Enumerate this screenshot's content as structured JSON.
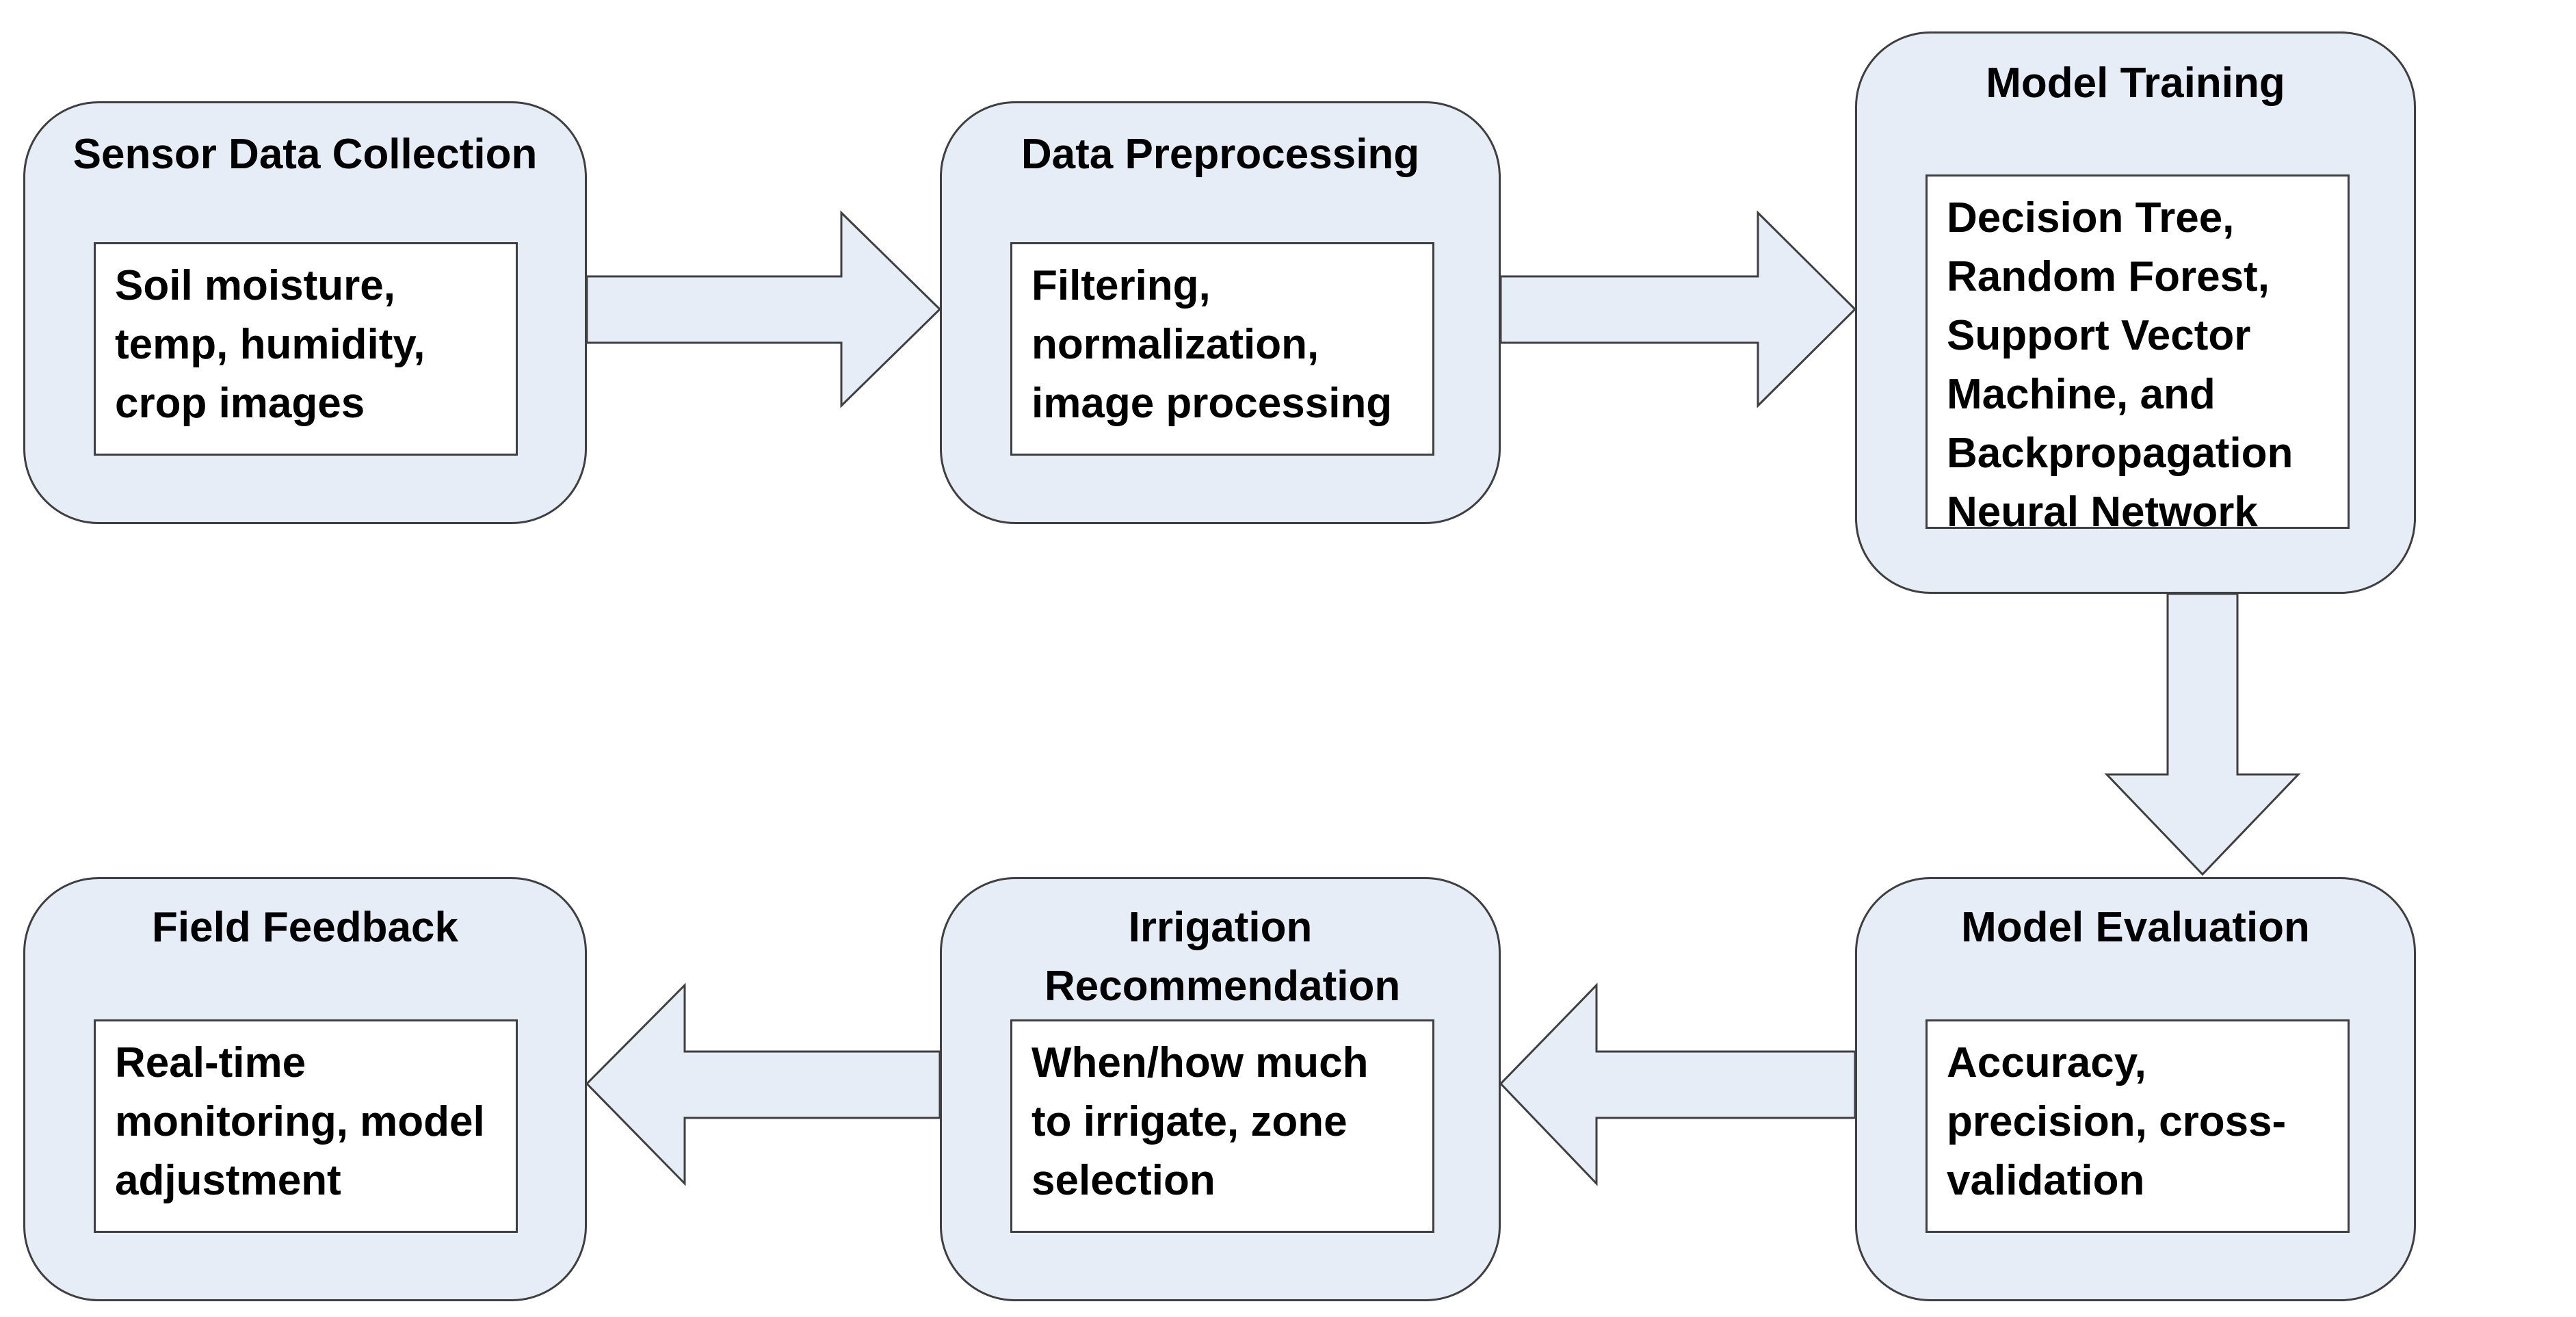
{
  "stages": {
    "sensor": {
      "title": "Sensor Data Collection",
      "detail": "Soil moisture, temp, humidity, crop images"
    },
    "preprocessing": {
      "title": "Data Preprocessing",
      "detail": "Filtering, normalization, image processing"
    },
    "training": {
      "title": "Model Training",
      "detail": "Decision Tree, Random Forest, Support Vector Machine, and Backpropagation Neural Network"
    },
    "evaluation": {
      "title": "Model Evaluation",
      "detail": "Accuracy, precision, cross-validation"
    },
    "irrigation": {
      "title": "Irrigation Recommendation",
      "detail": "When/how much to irrigate, zone selection"
    },
    "feedback": {
      "title": "Field Feedback",
      "detail": "Real-time monitoring, model adjustment"
    }
  },
  "colors": {
    "box_fill": "#e7edf7",
    "border": "#3f3f3f",
    "inner_fill": "#ffffff"
  }
}
